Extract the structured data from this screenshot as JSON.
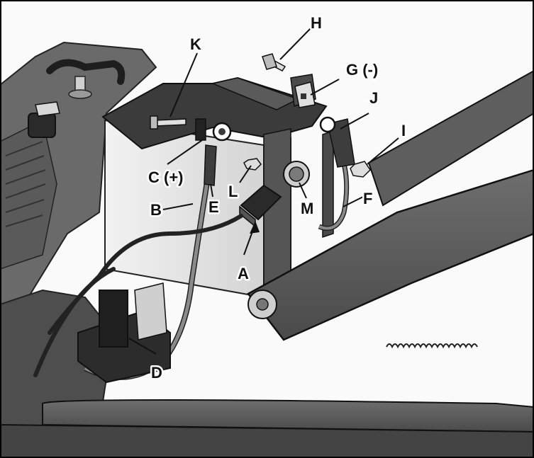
{
  "diagram": {
    "labels": {
      "A": "A",
      "B": "B",
      "C": "C (+)",
      "D": "D",
      "E": "E",
      "F": "F",
      "G": "G (-)",
      "H": "H",
      "I": "I",
      "J": "J",
      "K": "K",
      "L": "L",
      "M": "M"
    },
    "colors": {
      "frame": "#5a5a5a",
      "dark_metal": "#3a3a3a",
      "light_metal": "#cfcfcf",
      "battery": "#e8e8e8",
      "cable": "#777777",
      "shadow": "#262626"
    }
  }
}
